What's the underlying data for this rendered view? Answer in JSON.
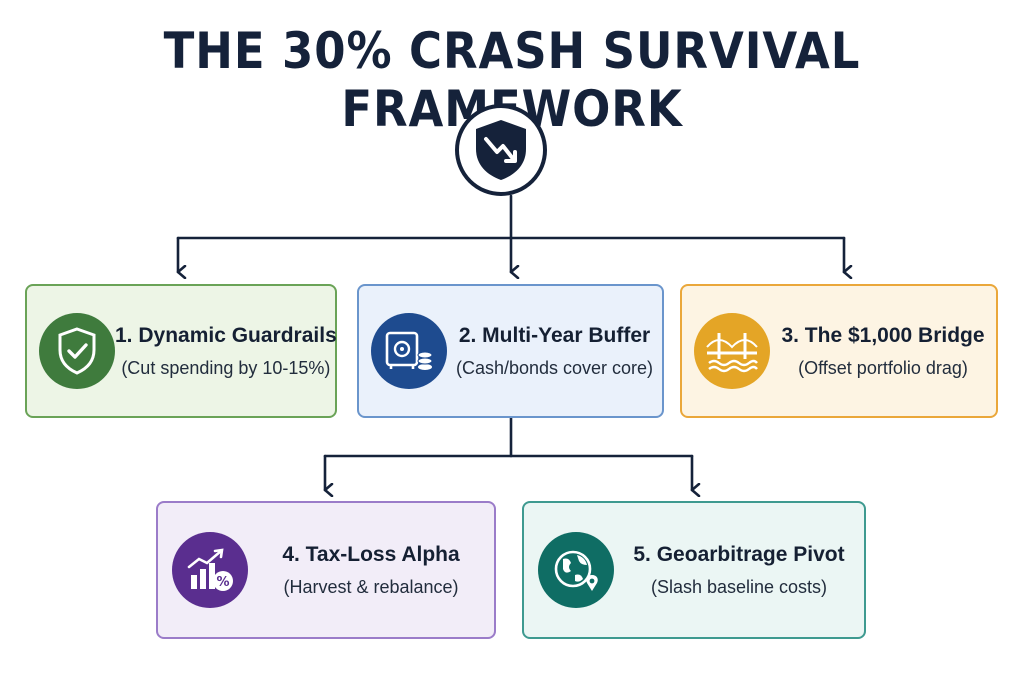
{
  "title": "THE 30% CRASH SURVIVAL FRAMEWORK",
  "hub_icon": "shield-downtrend-icon",
  "colors": {
    "navy": "#15223a",
    "green": "#3f7b3d",
    "blue": "#1e4b8f",
    "gold": "#e4a526",
    "purple": "#5a2e8f",
    "teal": "#0f6d64"
  },
  "steps": [
    {
      "heading": "1. Dynamic Guardrails",
      "detail": "(Cut spending by 10-15%)",
      "icon": "shield-check-icon"
    },
    {
      "heading": "2. Multi-Year Buffer",
      "detail": "(Cash/bonds cover core)",
      "icon": "safe-coins-icon"
    },
    {
      "heading": "3. The $1,000 Bridge",
      "detail": "(Offset portfolio drag)",
      "icon": "bridge-icon"
    },
    {
      "heading": "4. Tax-Loss Alpha",
      "detail": "(Harvest & rebalance)",
      "icon": "chart-percent-icon"
    },
    {
      "heading": "5. Geoarbitrage Pivot",
      "detail": "(Slash baseline costs)",
      "icon": "globe-pin-icon"
    }
  ]
}
